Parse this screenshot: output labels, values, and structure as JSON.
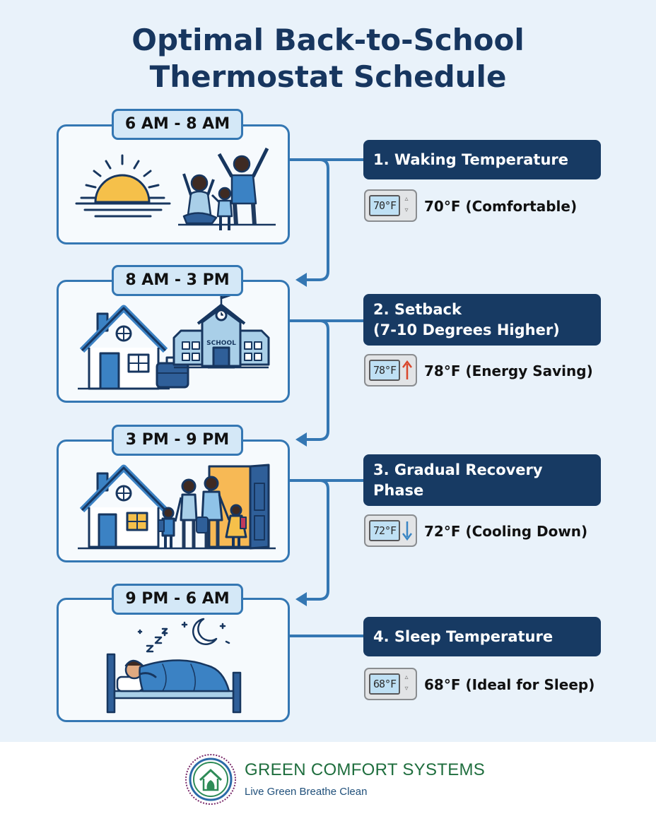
{
  "title": {
    "line1": "Optimal Back-to-School",
    "line2": "Thermostat Schedule"
  },
  "colors": {
    "navy": "#173a63",
    "title": "#17365f",
    "accent_blue": "#3477b3",
    "pill_bg": "#d4e8f7",
    "background": "#e9f2fa",
    "arrow_up": "#d9472b",
    "arrow_down": "#3a86c4",
    "brand_green": "#1f6e3e"
  },
  "schedule": [
    {
      "time": "6 AM - 8 AM",
      "step_line1": "1. Waking Temperature",
      "step_line2": "",
      "display": "70°F",
      "indicator": "up-down",
      "temp_label": "70°F (Comfortable)",
      "illustration": "sunrise-family-icon"
    },
    {
      "time": "8 AM - 3 PM",
      "step_line1": "2. Setback",
      "step_line2": "(7-10 Degrees Higher)",
      "display": "78°F",
      "indicator": "arrow-up",
      "temp_label": "78°F (Energy Saving)",
      "illustration": "home-school-icon"
    },
    {
      "time": "3 PM - 9 PM",
      "step_line1": "3. Gradual Recovery",
      "step_line2": "Phase",
      "display": "72°F",
      "indicator": "arrow-down",
      "temp_label": "72°F (Cooling Down)",
      "illustration": "family-returning-home-icon"
    },
    {
      "time": "9 PM - 6 AM",
      "step_line1": "4. Sleep Temperature",
      "step_line2": "",
      "display": "68°F",
      "indicator": "up-down",
      "temp_label": "68°F (Ideal for Sleep)",
      "illustration": "sleeping-night-icon"
    }
  ],
  "school_sign": "SCHOOL",
  "footer": {
    "brand": "GREEN COMFORT SYSTEMS",
    "tagline": "Live Green Breathe Clean",
    "logo_icon": "house-leaf-logo-icon"
  }
}
